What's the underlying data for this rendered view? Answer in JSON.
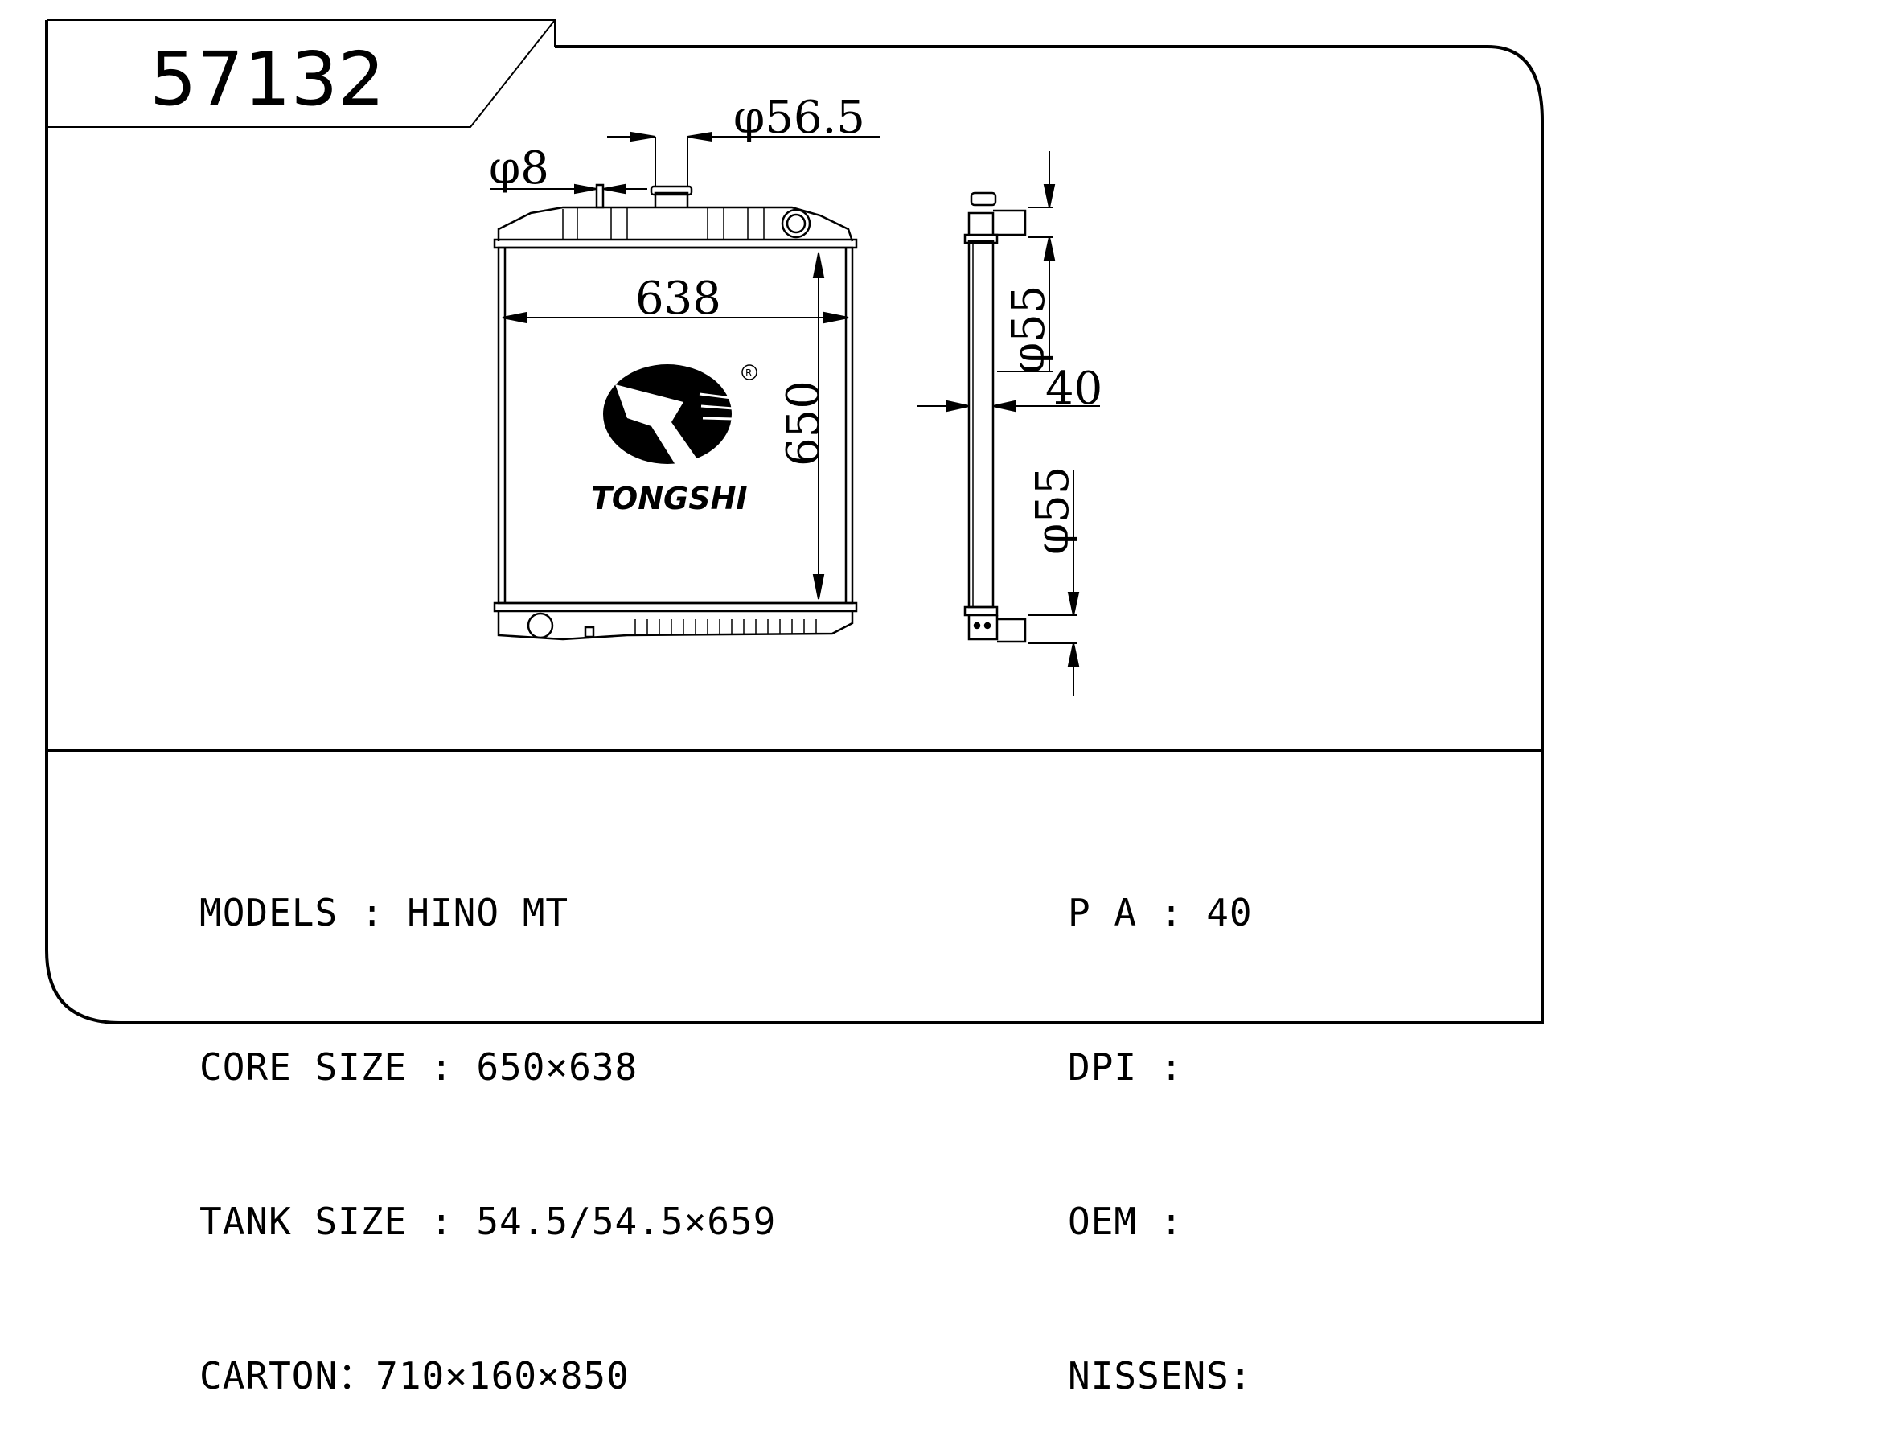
{
  "part_number": "57132",
  "dimensions": {
    "width": "638",
    "height": "650",
    "inlet_diameter": "φ56.5",
    "small_pipe_diameter": "φ8",
    "upper_hose_diameter": "φ55",
    "lower_hose_diameter": "φ55",
    "core_thickness": "40"
  },
  "logo": {
    "brand": "TONGSHI",
    "registered_mark": "R"
  },
  "specs_left": [
    {
      "label": "MODELS",
      "sep": " : ",
      "value": "HINO MT"
    },
    {
      "label": "CORE SIZE",
      "sep": " : ",
      "value": "650×638"
    },
    {
      "label": "TANK SIZE",
      "sep": " : ",
      "value": "54.5/54.5×659"
    },
    {
      "label": "CARTON",
      "sep": "：",
      "value": "710×160×850"
    }
  ],
  "specs_right": [
    {
      "label": "P A",
      "sep": " : ",
      "value": "40"
    },
    {
      "label": "DPI",
      "sep": " : ",
      "value": ""
    },
    {
      "label": "OEM",
      "sep": " : ",
      "value": ""
    },
    {
      "label": "NISSENS",
      "sep": ":",
      "value": ""
    }
  ]
}
